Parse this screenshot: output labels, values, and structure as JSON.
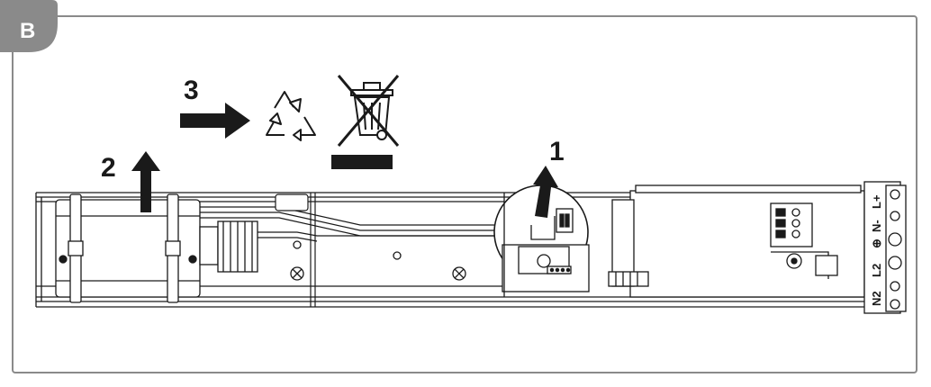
{
  "panel": {
    "badge": "B"
  },
  "steps": {
    "step1": "1",
    "step2": "2",
    "step3": "3"
  },
  "terminals": {
    "l_plus": "L+",
    "n_minus": "N-",
    "ground_symbol": "⊕",
    "l2": "L2",
    "n2": "N2"
  },
  "icons": {
    "recycle": "recycle-icon",
    "weee_bin": "crossed-out-wheelie-bin-icon"
  },
  "colors": {
    "frame": "#8a8a8a",
    "badge": "#8a8a8a",
    "ink": "#1a1a1a"
  }
}
